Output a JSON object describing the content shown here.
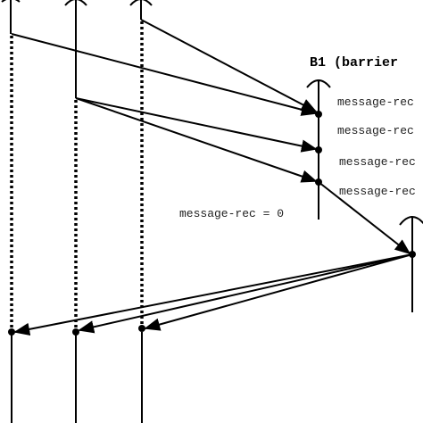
{
  "diagram": {
    "title": "B1 (barrier",
    "labels": {
      "msg1": "message-rec",
      "msg2": "message-rec",
      "msg3": "message-rec",
      "msg4": "message-rec",
      "msg_zero": "message-rec = 0"
    }
  }
}
